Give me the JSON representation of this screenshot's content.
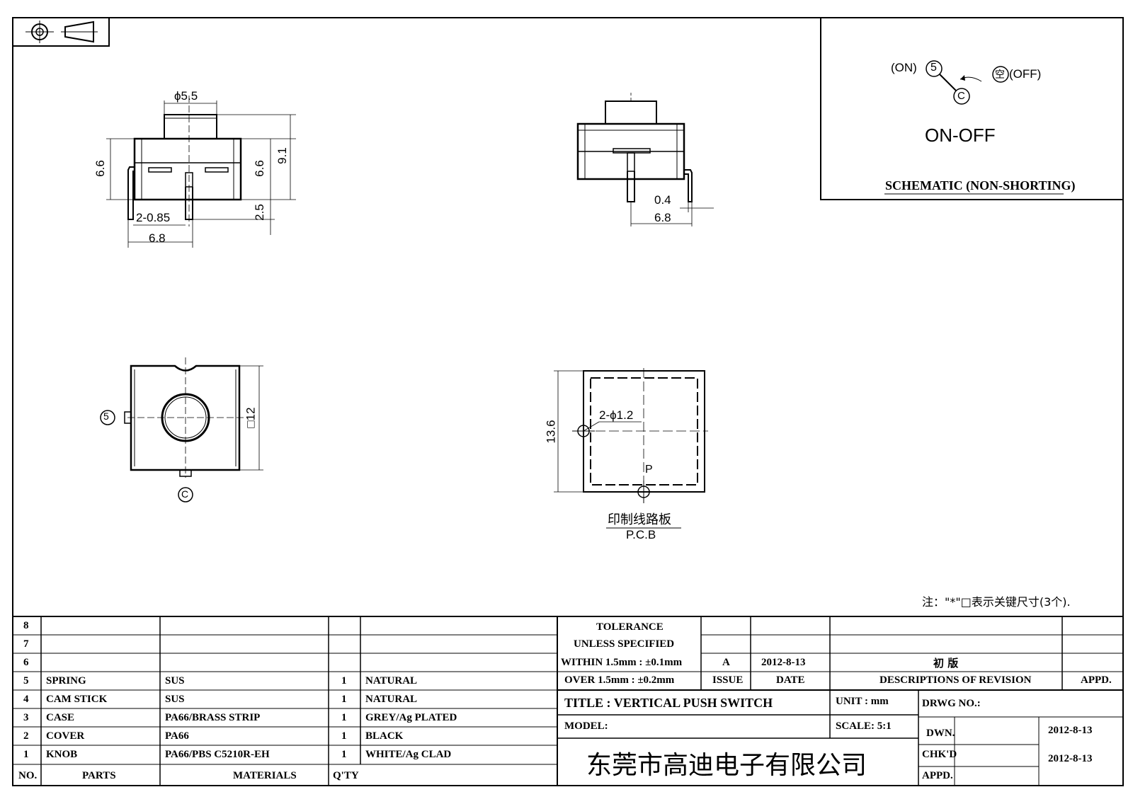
{
  "drawing": {
    "dims": {
      "phi55": "ϕ5.5",
      "d66_left": "6.6",
      "d66_right": "6.6",
      "d91": "9.1",
      "d25": "2.5",
      "d2085": "2-0.85",
      "d68_left": "6.8",
      "d04": "0.4",
      "d68_right": "6.8",
      "d12": "□12",
      "d136": "13.6",
      "d2phi12": "2-ϕ1.2",
      "p_label": "P"
    },
    "pin_5": "5",
    "pin_c": "C",
    "pcb_cn": "印制线路板",
    "pcb_en": "P.C.B"
  },
  "schematic": {
    "on": "(ON)",
    "off": "(OFF)",
    "num5": "5",
    "c": "C",
    "kong": "空",
    "mode": "ON-OFF",
    "caption": "SCHEMATIC (NON-SHORTING)"
  },
  "note": "注：\"*\"□表示关键尺寸(3个).",
  "bom": {
    "header": {
      "no": "NO.",
      "parts": "PARTS",
      "materials": "MATERIALS",
      "qty": "Q'TY"
    },
    "rows": [
      {
        "no": "8",
        "part": "",
        "material": "",
        "qty": "",
        "finish": ""
      },
      {
        "no": "7",
        "part": "",
        "material": "",
        "qty": "",
        "finish": ""
      },
      {
        "no": "6",
        "part": "",
        "material": "",
        "qty": "",
        "finish": ""
      },
      {
        "no": "5",
        "part": "SPRING",
        "material": "SUS",
        "qty": "1",
        "finish": "NATURAL"
      },
      {
        "no": "4",
        "part": "CAM STICK",
        "material": "SUS",
        "qty": "1",
        "finish": "NATURAL"
      },
      {
        "no": "3",
        "part": "CASE",
        "material": "PA66/BRASS STRIP",
        "qty": "1",
        "finish": "GREY/Ag PLATED"
      },
      {
        "no": "2",
        "part": "COVER",
        "material": "PA66",
        "qty": "1",
        "finish": "BLACK"
      },
      {
        "no": "1",
        "part": "KNOB",
        "material": "PA66/PBS C5210R-EH",
        "qty": "1",
        "finish": "WHITE/Ag CLAD"
      }
    ]
  },
  "titleblock": {
    "tolerance1": "TOLERANCE",
    "tolerance2": "UNLESS  SPECIFIED",
    "within": "WITHIN 1.5mm : ±0.1mm",
    "over": "OVER 1.5mm : ±0.2mm",
    "rev_issue": "A",
    "rev_date": "2012-8-13",
    "rev_desc": "初  版",
    "issue_label": "ISSUE",
    "date_label": "DATE",
    "desc_label": "DESCRIPTIONS OF REVISION",
    "appd_label": "APPD.",
    "title": "TITLE :  VERTICAL PUSH SWITCH",
    "unit": "UNIT :  mm",
    "drwg": "DRWG NO.:",
    "model": "MODEL:",
    "scale": "SCALE:  5:1",
    "dwn": "DWN.",
    "dwn_date": "2012-8-13",
    "chkd": "CHK'D",
    "chkd_date": "2012-8-13",
    "appd": "APPD.",
    "company": "东莞市高迪电子有限公司"
  }
}
